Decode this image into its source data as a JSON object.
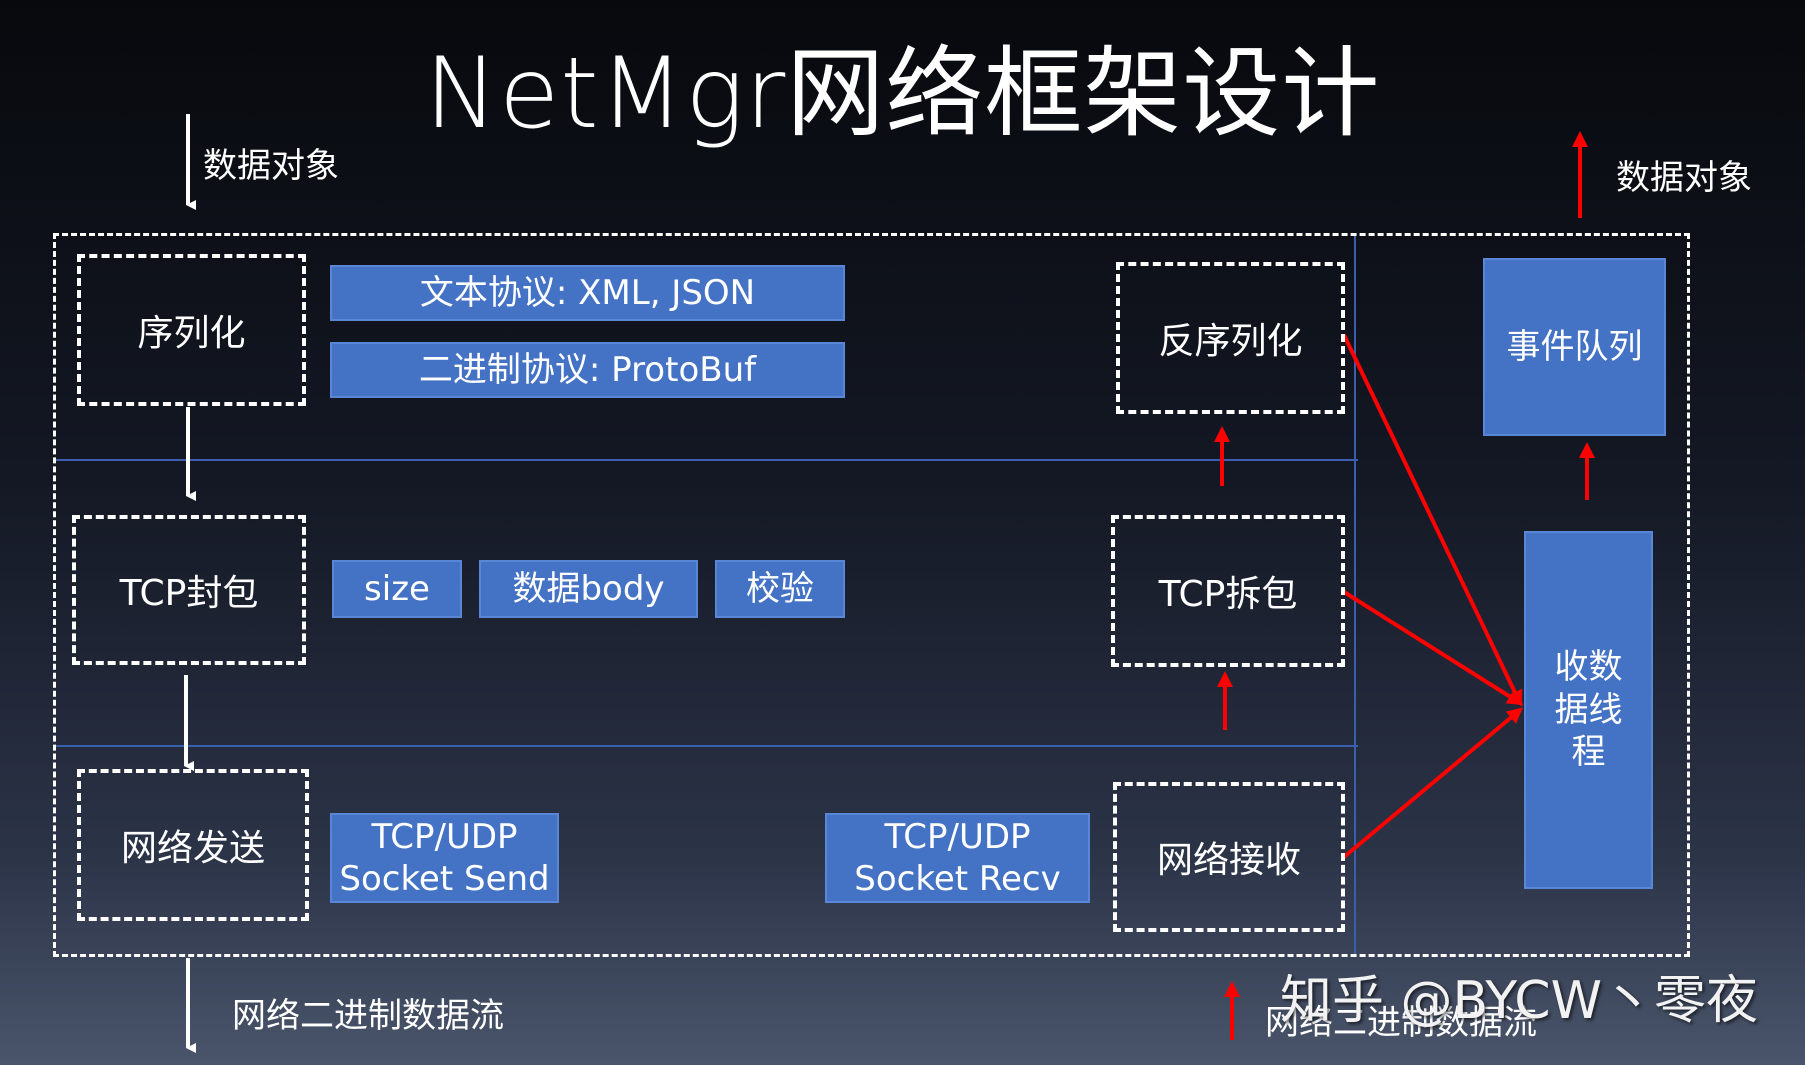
{
  "title": "NetMgr网络框架设计",
  "labels": {
    "data_object_in": "数据对象",
    "data_object_out": "数据对象",
    "stream_out": "网络二进制数据流",
    "stream_in": "网络二进制数据流"
  },
  "send_side": {
    "serialize": "序列化",
    "tcp_pack": "TCP封包",
    "net_send": "网络发送"
  },
  "recv_side": {
    "deserialize": "反序列化",
    "tcp_unpack": "TCP拆包",
    "net_recv": "网络接收"
  },
  "details": {
    "text_protocol": "文本协议: XML, JSON",
    "binary_protocol": "二进制协议: ProtoBuf",
    "size": "size",
    "body": "数据body",
    "checksum": "校验",
    "socket_send_1": "TCP/UDP",
    "socket_send_2": "Socket Send",
    "socket_recv_1": "TCP/UDP",
    "socket_recv_2": "Socket Recv"
  },
  "event_queue": "事件队列",
  "recv_thread": [
    "收数",
    "据线",
    "程"
  ],
  "watermark": "知乎 @BYCW丶零夜",
  "colors": {
    "box_blue": "#4472c4",
    "arrow_red": "#ff0000",
    "divider_blue": "#3a5fae"
  }
}
